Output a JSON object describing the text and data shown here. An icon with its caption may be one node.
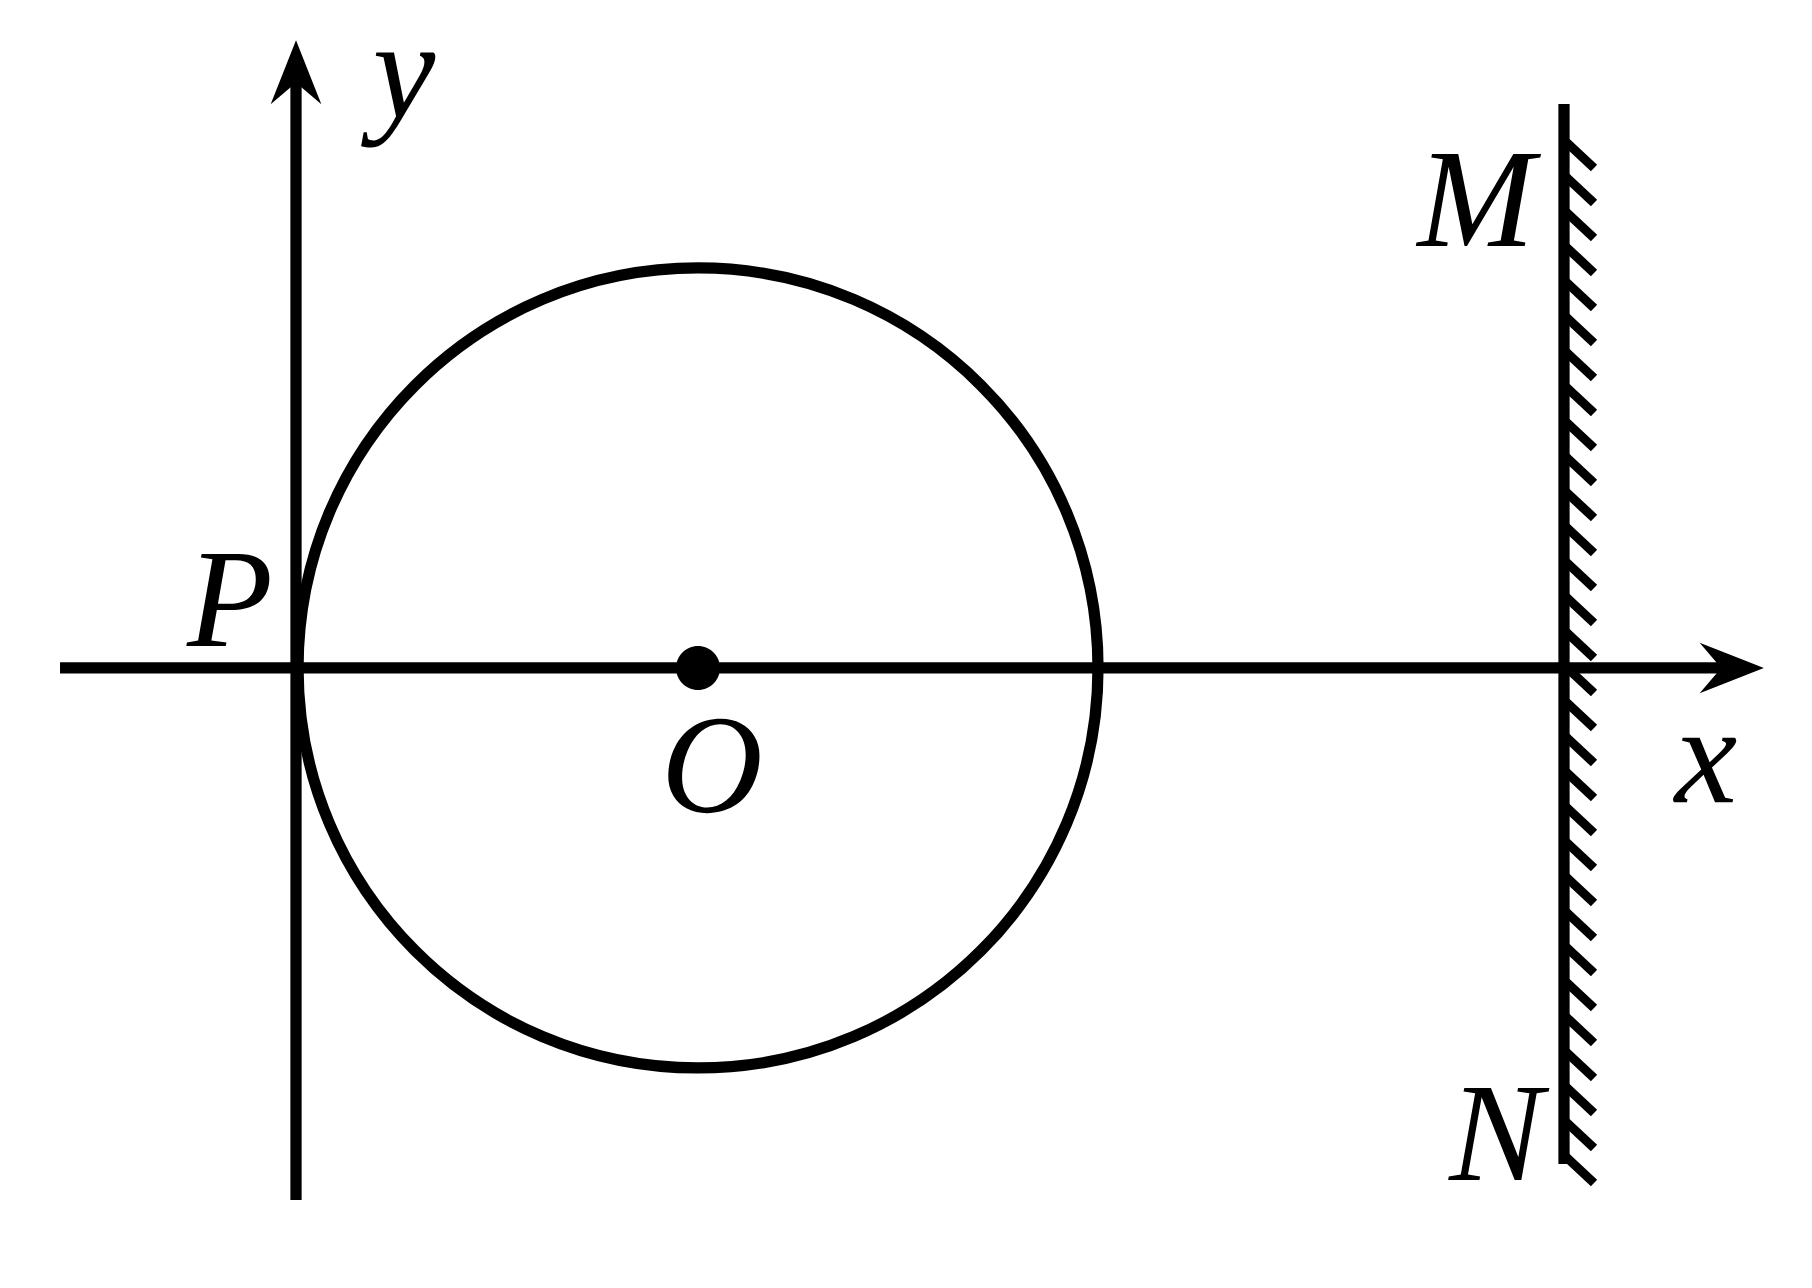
{
  "diagram": {
    "labels": [
      "y",
      "M",
      "P",
      "O",
      "x",
      "N"
    ]
  }
}
